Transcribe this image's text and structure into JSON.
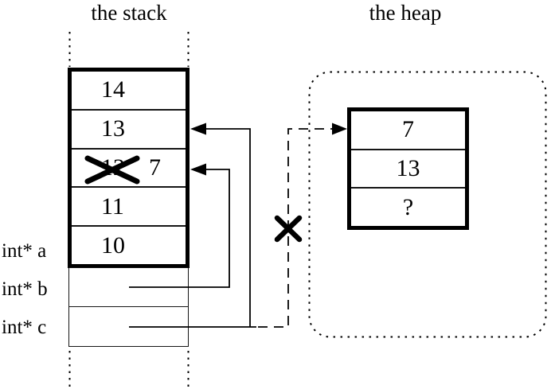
{
  "diagram": {
    "stack": {
      "title": "the stack",
      "cells": [
        {
          "value": "14"
        },
        {
          "value": "13"
        },
        {
          "old_value": "12",
          "new_value": "7",
          "crossed_out": true
        },
        {
          "value": "11"
        },
        {
          "value": "10"
        }
      ],
      "pointers": [
        {
          "label": "int* a"
        },
        {
          "label": "int* b"
        },
        {
          "label": "int* c"
        }
      ]
    },
    "heap": {
      "title": "the heap",
      "cells": [
        {
          "value": "7"
        },
        {
          "value": "13"
        },
        {
          "value": "?"
        }
      ]
    },
    "icons": {
      "severed_link": "x-mark",
      "invalidated_value": "x-mark"
    },
    "colors": {
      "ink": "#000000",
      "background": "#ffffff"
    }
  }
}
